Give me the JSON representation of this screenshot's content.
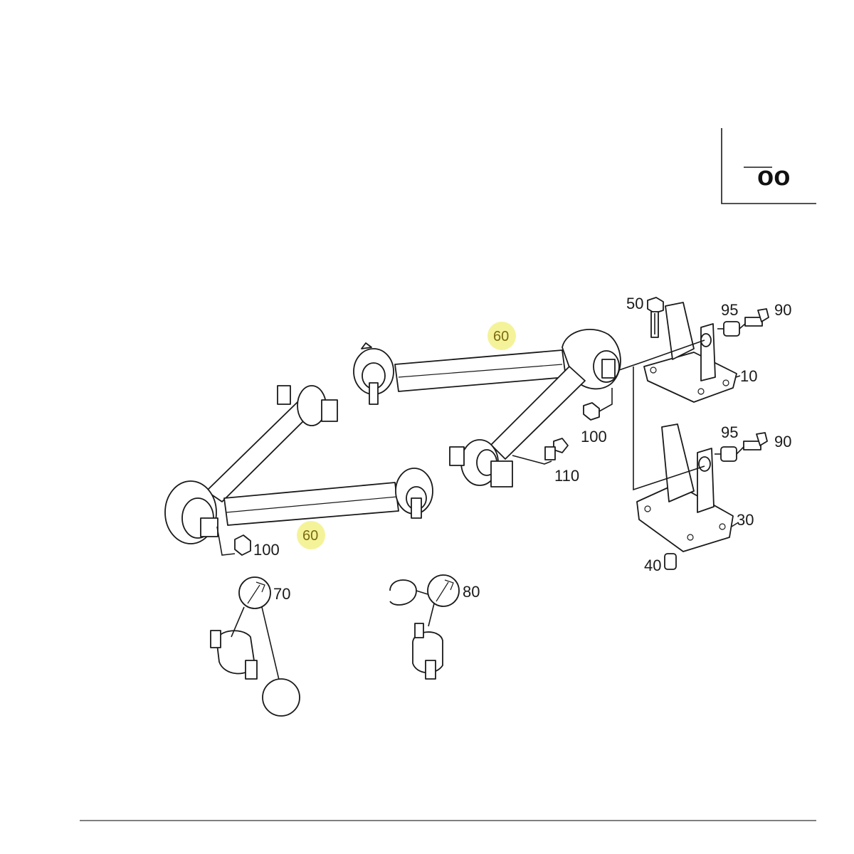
{
  "diagram": {
    "corner_badge": "oo",
    "highlight_color": "#f4f39a",
    "line_color": "#1a1a1a",
    "callouts": [
      {
        "id": "c60a",
        "text": "60",
        "highlighted": true
      },
      {
        "id": "c60b",
        "text": "60",
        "highlighted": true
      },
      {
        "id": "c50",
        "text": "50"
      },
      {
        "id": "c95a",
        "text": "95"
      },
      {
        "id": "c90a",
        "text": "90"
      },
      {
        "id": "c10",
        "text": "10"
      },
      {
        "id": "c100a",
        "text": "100"
      },
      {
        "id": "c95b",
        "text": "95"
      },
      {
        "id": "c90b",
        "text": "90"
      },
      {
        "id": "c110",
        "text": "110"
      },
      {
        "id": "c30",
        "text": "30"
      },
      {
        "id": "c40",
        "text": "40"
      },
      {
        "id": "c100b",
        "text": "100"
      },
      {
        "id": "c70",
        "text": "70"
      },
      {
        "id": "c80",
        "text": "80"
      }
    ]
  }
}
